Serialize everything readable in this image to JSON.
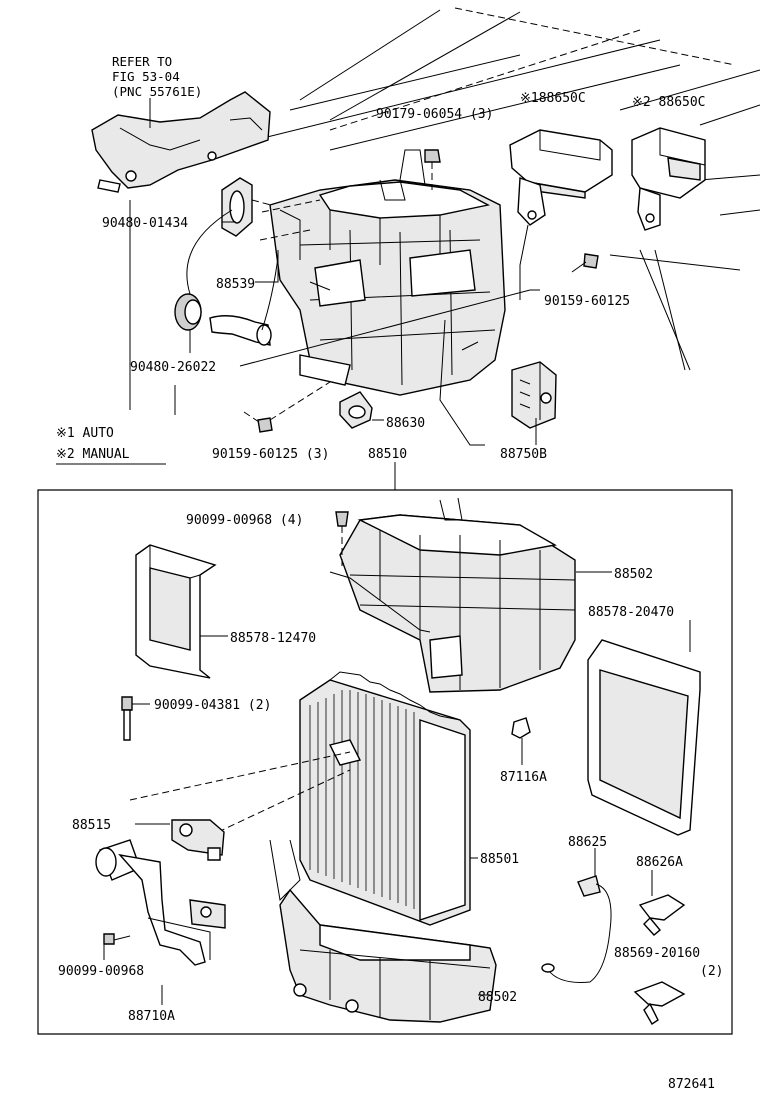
{
  "diagram": {
    "refer_lines": [
      "REFER TO",
      "FIG 53-04",
      "(PNC 55761E)"
    ],
    "labels": {
      "p90179": "90179-06054 (3)",
      "p188650c_auto": "※188650C",
      "p88650c_manual": "※2 88650C",
      "p90480_01434": "90480-01434",
      "p88539": "88539",
      "p90159_a": "90159-60125",
      "p90480_26022": "90480-26022",
      "p88630": "88630",
      "p90159_b": "90159-60125 (3)",
      "p88750b": "88750B",
      "p88510": "88510",
      "p90099_00968_4": "90099-00968 (4)",
      "p88502_top": "88502",
      "p88578_12470": "88578-12470",
      "p88578_20470": "88578-20470",
      "p90099_04381": "90099-04381 (2)",
      "p87116a": "87116A",
      "p88515": "88515",
      "p88625": "88625",
      "p88501": "88501",
      "p88626a": "88626A",
      "p88569_20160": "88569-20160",
      "p88569_qty": "(2)",
      "p90099_00968": "90099-00968",
      "p88502_bottom": "88502",
      "p88710a": "88710A"
    },
    "legend": {
      "auto": "※1 AUTO",
      "manual": "※2 MANUAL"
    },
    "figure_number": "872641"
  }
}
